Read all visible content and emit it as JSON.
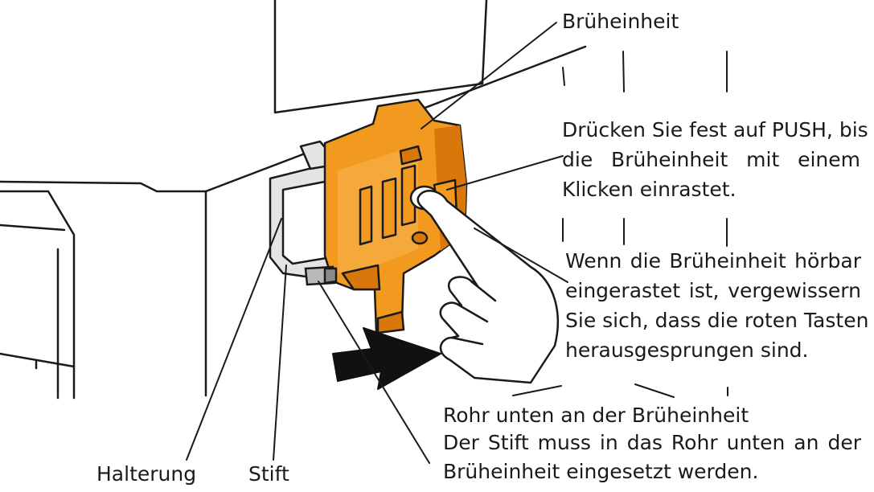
{
  "labels": {
    "bruheinheit": "Brüheinheit",
    "halterung": "Halterung",
    "stift": "Stift",
    "rohr": "Rohr unten an der Brüheinheit"
  },
  "instructions": {
    "push": [
      "Drücken Sie fest auf PUSH, bis",
      "die Brüheinheit mit einem",
      "Klicken einrastet."
    ],
    "check": [
      "Wenn die Brüheinheit hörbar",
      "eingerastet ist, vergewissern",
      "Sie sich, dass die roten Tasten",
      "herausgesprungen sind."
    ],
    "stift": [
      "Der Stift muss in das Rohr unten an der",
      "Brüheinheit eingesetzt werden."
    ]
  },
  "colors": {
    "unit_orange": "#f29a1f",
    "unit_shadow": "#d9780a",
    "line": "#1a1a1a",
    "arrow": "#111111",
    "holder_grey": "#e4e4e4"
  },
  "icons": [
    "push-arrow-icon",
    "finger-hand-icon",
    "insert-arrow-icon"
  ]
}
